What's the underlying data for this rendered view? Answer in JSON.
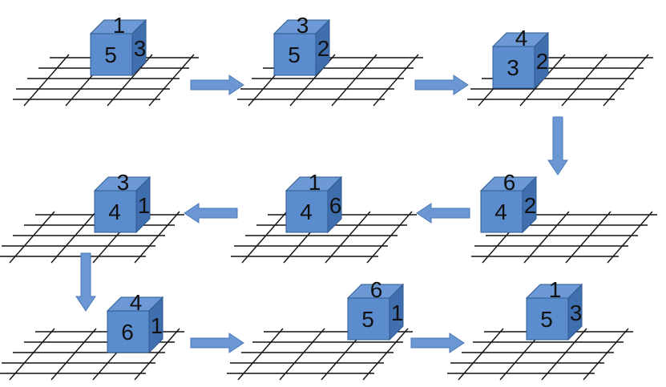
{
  "colors": {
    "cube_front": "#5b8cce",
    "cube_top": "#6d9ad6",
    "cube_side": "#3f6fae",
    "cube_edge": "#2f5a8e",
    "arrow_fill": "#6b98d4",
    "arrow_edge": "#4a78b8",
    "grid": "#111111"
  },
  "cubes": [
    {
      "top": "1",
      "front": "5",
      "side": "3"
    },
    {
      "top": "3",
      "front": "5",
      "side": "2"
    },
    {
      "top": "4",
      "front": "3",
      "side": "2"
    },
    {
      "top": "6",
      "front": "4",
      "side": "2"
    },
    {
      "top": "1",
      "front": "4",
      "side": "6"
    },
    {
      "top": "3",
      "front": "4",
      "side": "1"
    },
    {
      "top": "4",
      "front": "6",
      "side": "1"
    },
    {
      "top": "6",
      "front": "5",
      "side": "1"
    },
    {
      "top": "1",
      "front": "5",
      "side": "3"
    }
  ],
  "arrows": [
    {
      "from": 1,
      "to": 2,
      "direction": "right"
    },
    {
      "from": 2,
      "to": 3,
      "direction": "right"
    },
    {
      "from": 3,
      "to": 4,
      "direction": "down"
    },
    {
      "from": 4,
      "to": 5,
      "direction": "left"
    },
    {
      "from": 5,
      "to": 6,
      "direction": "left"
    },
    {
      "from": 6,
      "to": 7,
      "direction": "down"
    },
    {
      "from": 7,
      "to": 8,
      "direction": "right"
    },
    {
      "from": 8,
      "to": 9,
      "direction": "right"
    }
  ]
}
